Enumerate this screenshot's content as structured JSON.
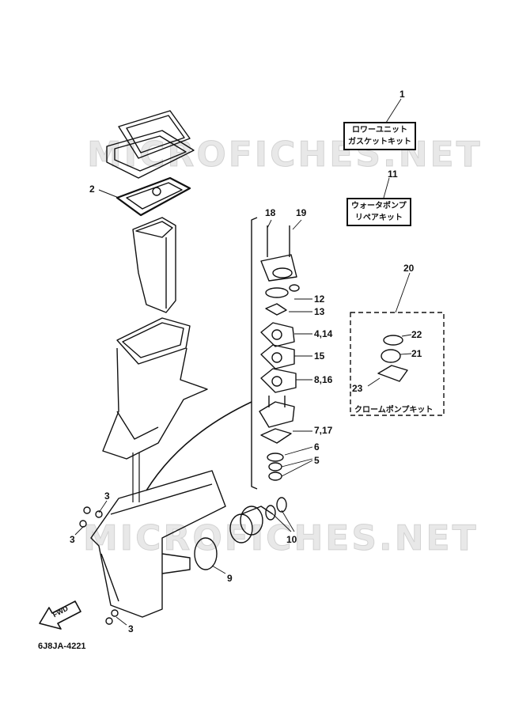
{
  "watermarks": [
    "MICROFICHES.NET",
    "MICROFICHES.NET"
  ],
  "boxes": {
    "kit1": {
      "line1": "ロワーユニット",
      "line2": "ガスケットキット"
    },
    "kit11": {
      "line1": "ウォータポンプ",
      "line2": "リペアキット"
    },
    "kit20": {
      "label": "クロームポンプキット"
    }
  },
  "callouts": {
    "c1": "1",
    "c11": "11",
    "c2": "2",
    "c18": "18",
    "c19": "19",
    "c20": "20",
    "c12": "12",
    "c13": "13",
    "c4_14": "4,14",
    "c15": "15",
    "c8_16": "8,16",
    "c7_17": "7,17",
    "c6": "6",
    "c5": "5",
    "c22": "22",
    "c21": "21",
    "c23": "23",
    "c3a": "3",
    "c3b": "3",
    "c3c": "3",
    "c10": "10",
    "c9": "9"
  },
  "fwd": "FWD",
  "diagram_code": "6J8JA-4221",
  "colors": {
    "ink": "#111111",
    "watermark": "#999999"
  }
}
